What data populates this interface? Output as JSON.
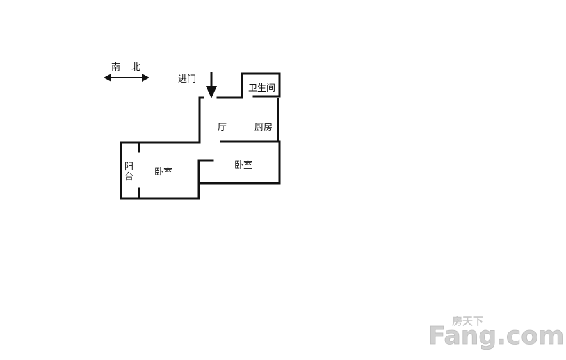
{
  "compass": {
    "south": "南",
    "north": "北"
  },
  "entrance": {
    "label": "进门"
  },
  "rooms": {
    "bathroom": "卫生间",
    "living": "厅",
    "kitchen": "厨房",
    "bedroom_left": "卧室",
    "bedroom_right": "卧室",
    "balcony_top": "阳",
    "balcony_bottom": "台"
  },
  "watermark": {
    "top": "房天下",
    "main": "Fang.com"
  },
  "colors": {
    "wall": "#111111",
    "watermark": "#c8c8c8",
    "background": "#ffffff"
  }
}
